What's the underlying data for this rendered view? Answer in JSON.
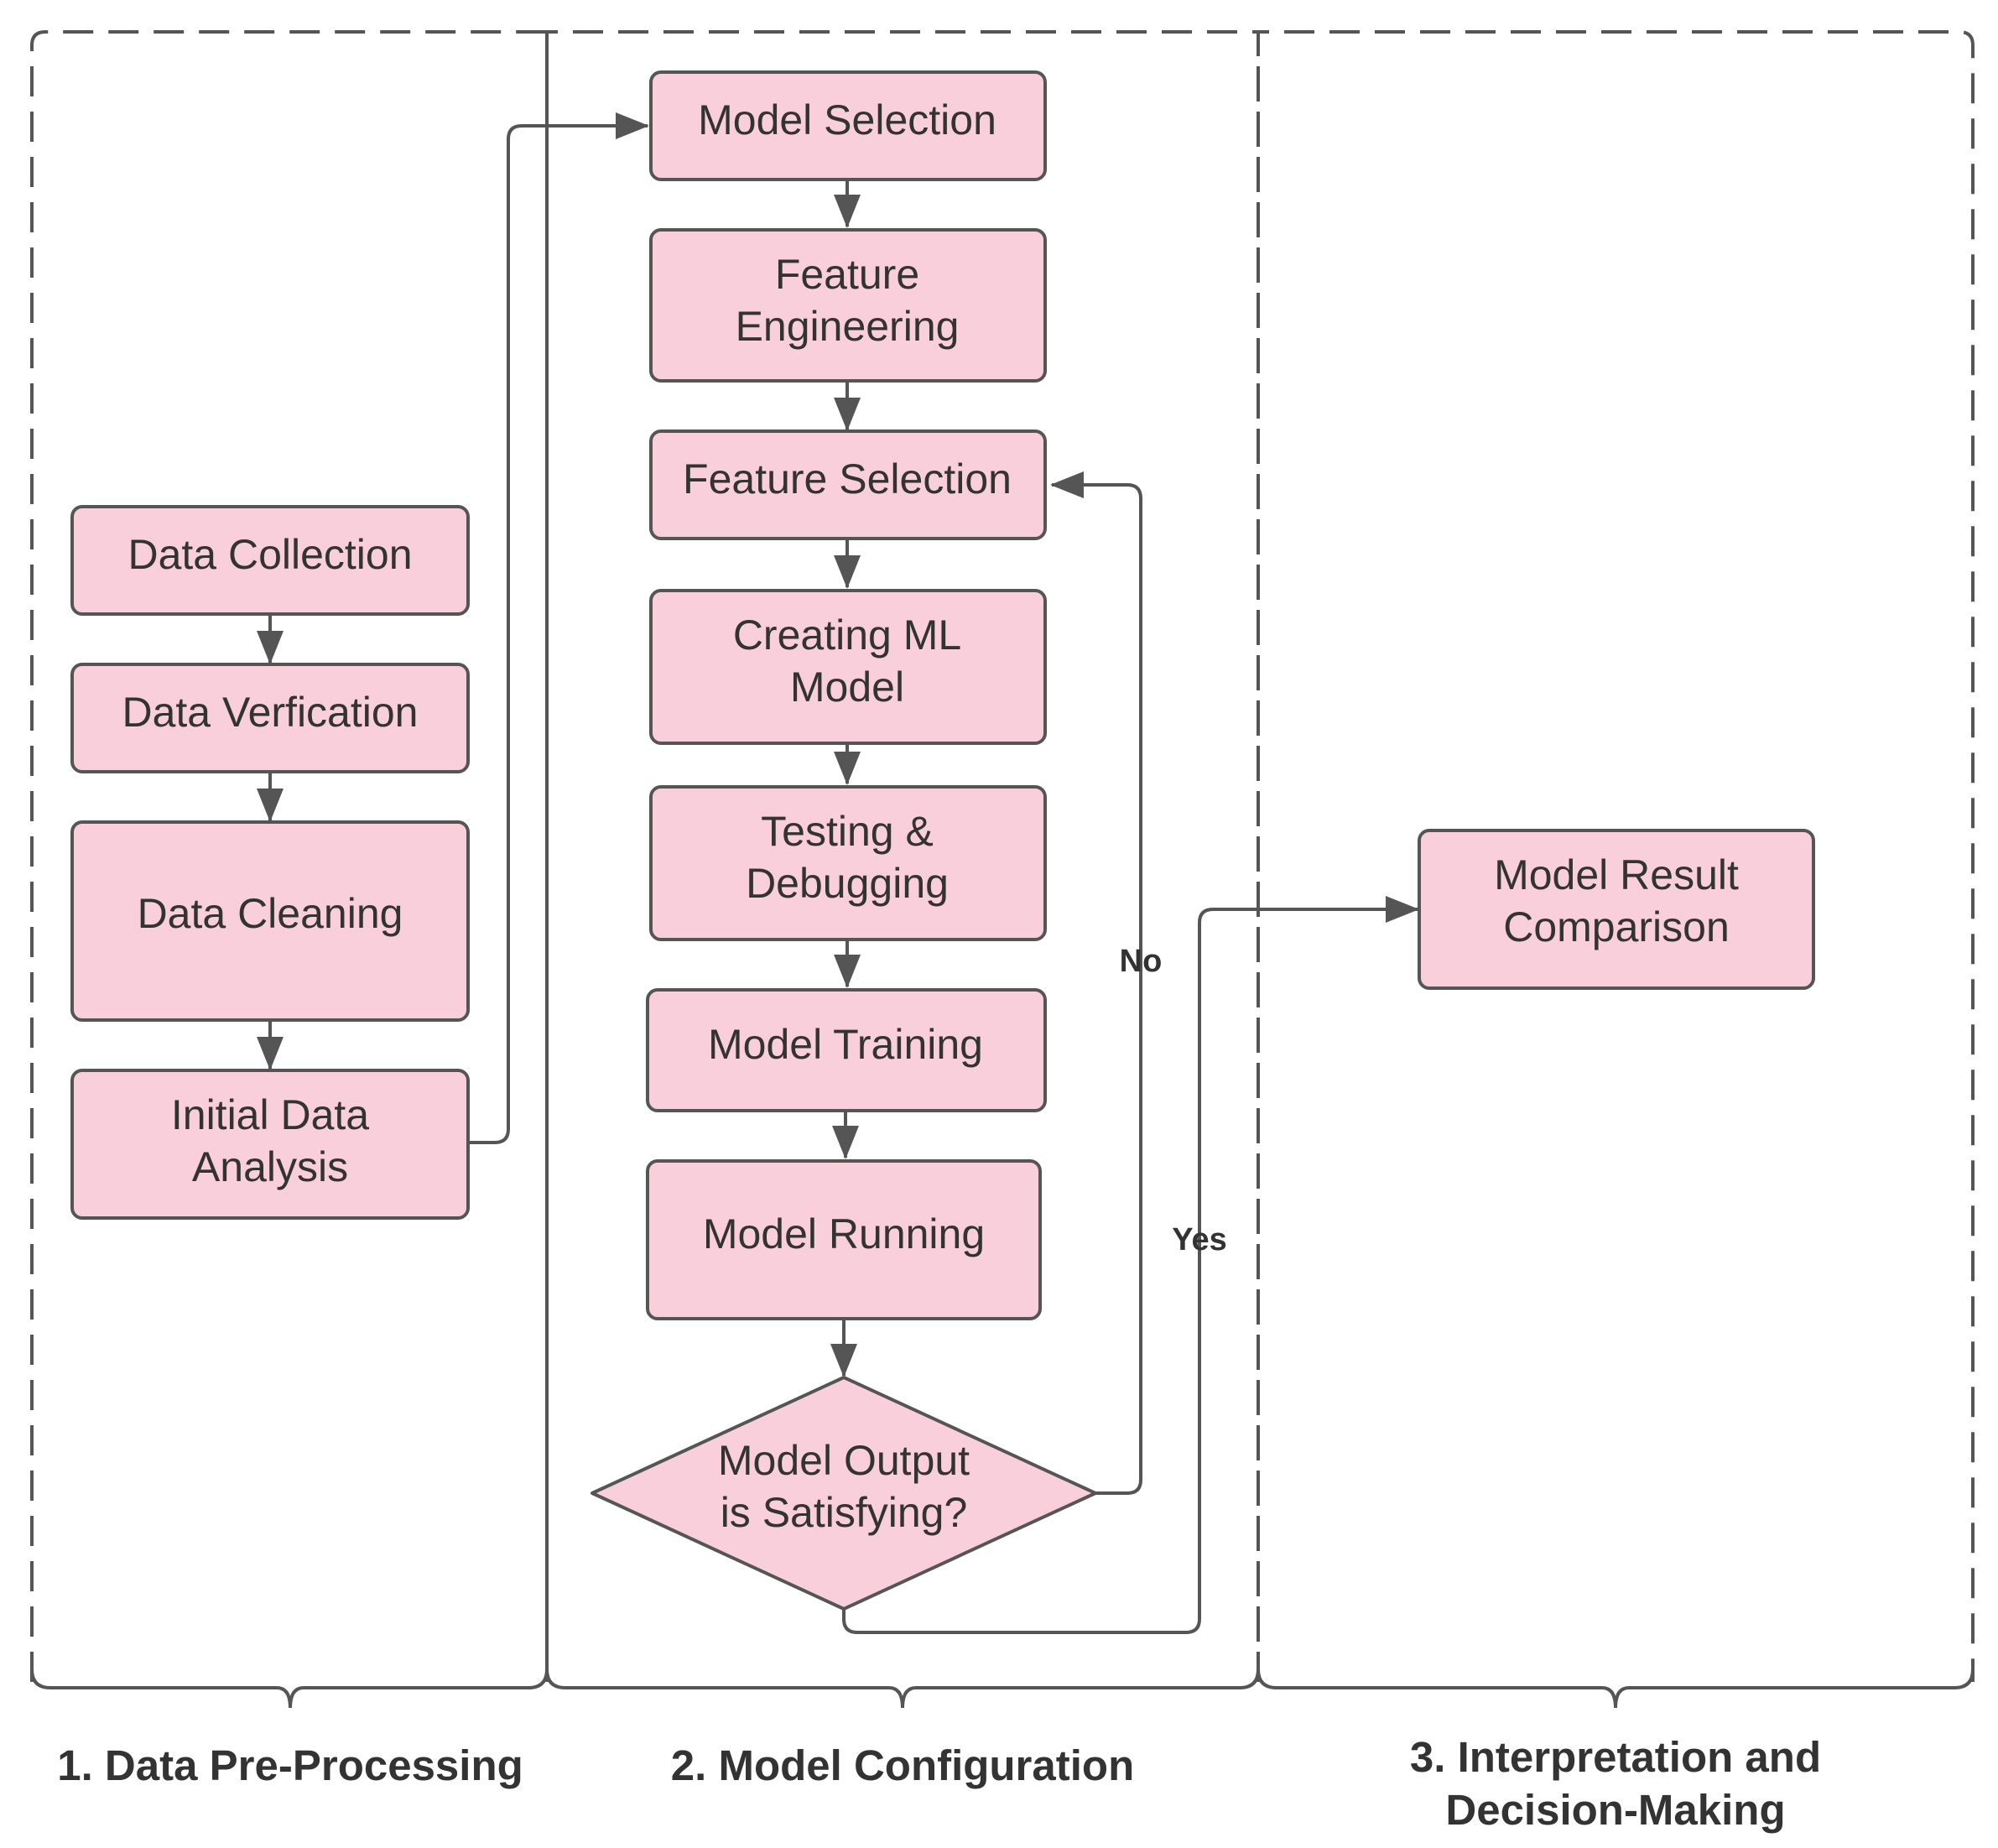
{
  "sections": {
    "pre_processing": "1. Data Pre-Processing",
    "model_configuration": "2. Model Configuration",
    "interpretation_line1": "3. Interpretation and",
    "interpretation_line2": "Decision-Making"
  },
  "nodes": {
    "data_collection": "Data Collection",
    "data_verification": "Data Verfication",
    "data_cleaning": "Data Cleaning",
    "initial_analysis_line1": "Initial Data",
    "initial_analysis_line2": "Analysis",
    "model_selection": "Model Selection",
    "feature_engineering_line1": "Feature",
    "feature_engineering_line2": "Engineering",
    "feature_selection": "Feature Selection",
    "creating_model_line1": "Creating ML",
    "creating_model_line2": "Model",
    "testing_line1": "Testing &",
    "testing_line2": "Debugging",
    "model_training": "Model Training",
    "model_running": "Model Running",
    "decision_line1": "Model Output",
    "decision_line2": "is Satisfying?",
    "result_comparison_line1": "Model Result",
    "result_comparison_line2": "Comparison"
  },
  "edge_labels": {
    "no": "No",
    "yes": "Yes"
  },
  "colors": {
    "node_fill": "#f9cfdb",
    "stroke": "#555555",
    "text": "#333333"
  }
}
